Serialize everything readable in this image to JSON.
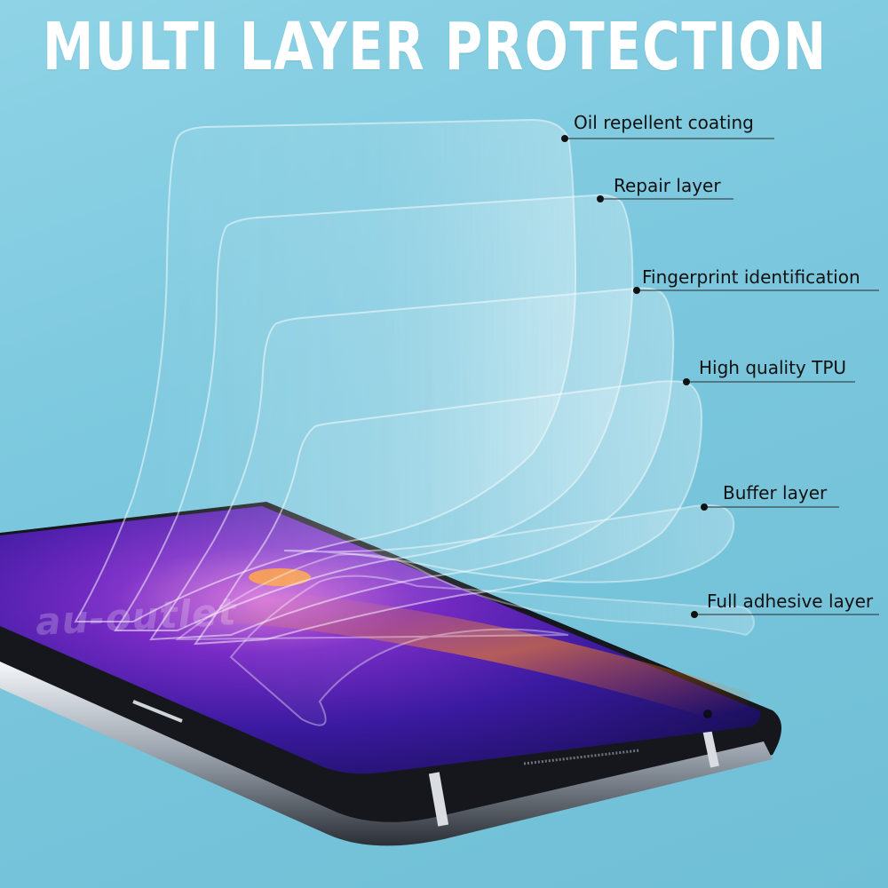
{
  "title": "MULTI LAYER PROTECTION",
  "layers": [
    {
      "label": "Oil repellent coating"
    },
    {
      "label": "Repair layer"
    },
    {
      "label": "Fingerprint identification"
    },
    {
      "label": "High quality TPU"
    },
    {
      "label": "Buffer layer"
    },
    {
      "label": "Full adhesive layer"
    }
  ],
  "watermark": "au-outlet",
  "colors": {
    "background": "#7cc8de",
    "title": "#ffffff",
    "label_text": "#111111",
    "screen_purple": "#4b1aa8",
    "screen_orange": "#e07a1a"
  }
}
